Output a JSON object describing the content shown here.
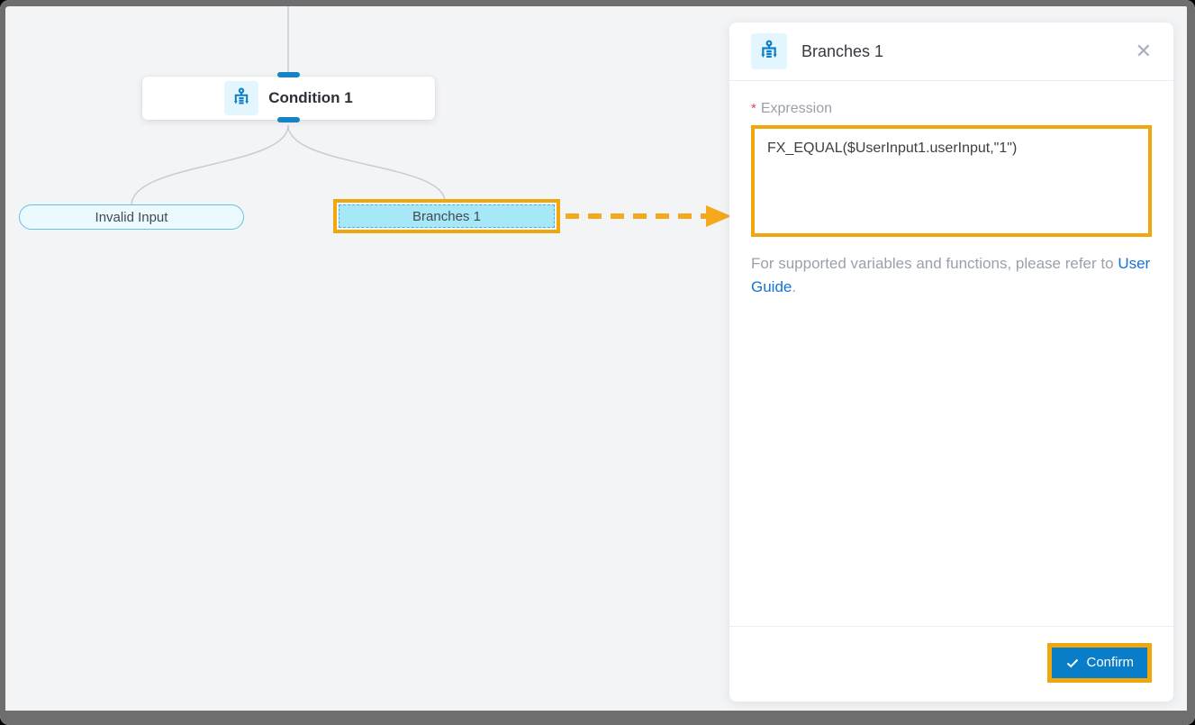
{
  "canvas": {
    "condition_node": {
      "label": "Condition 1"
    },
    "branch_invalid": {
      "label": "Invalid Input"
    },
    "branch_selected": {
      "label": "Branches 1"
    }
  },
  "panel": {
    "title": "Branches 1",
    "expression": {
      "required_marker": "*",
      "label": "Expression",
      "value": "FX_EQUAL($UserInput1.userInput,\"1\")"
    },
    "help": {
      "text": "For supported variables and functions, please refer to",
      "link_label": "User Guide",
      "suffix": "."
    },
    "confirm_label": "Confirm"
  },
  "icons": {
    "close": "✕"
  },
  "colors": {
    "accent_blue": "#1583c6",
    "confirm_blue": "#0a7dc9",
    "annotation_orange": "#f0a60d",
    "node_cyan": "#a6e7f8",
    "pill_blue_bg": "#ebfaff",
    "link_blue": "#1273d4",
    "required_red": "#e5484d",
    "canvas_bg": "#f3f4f6"
  }
}
